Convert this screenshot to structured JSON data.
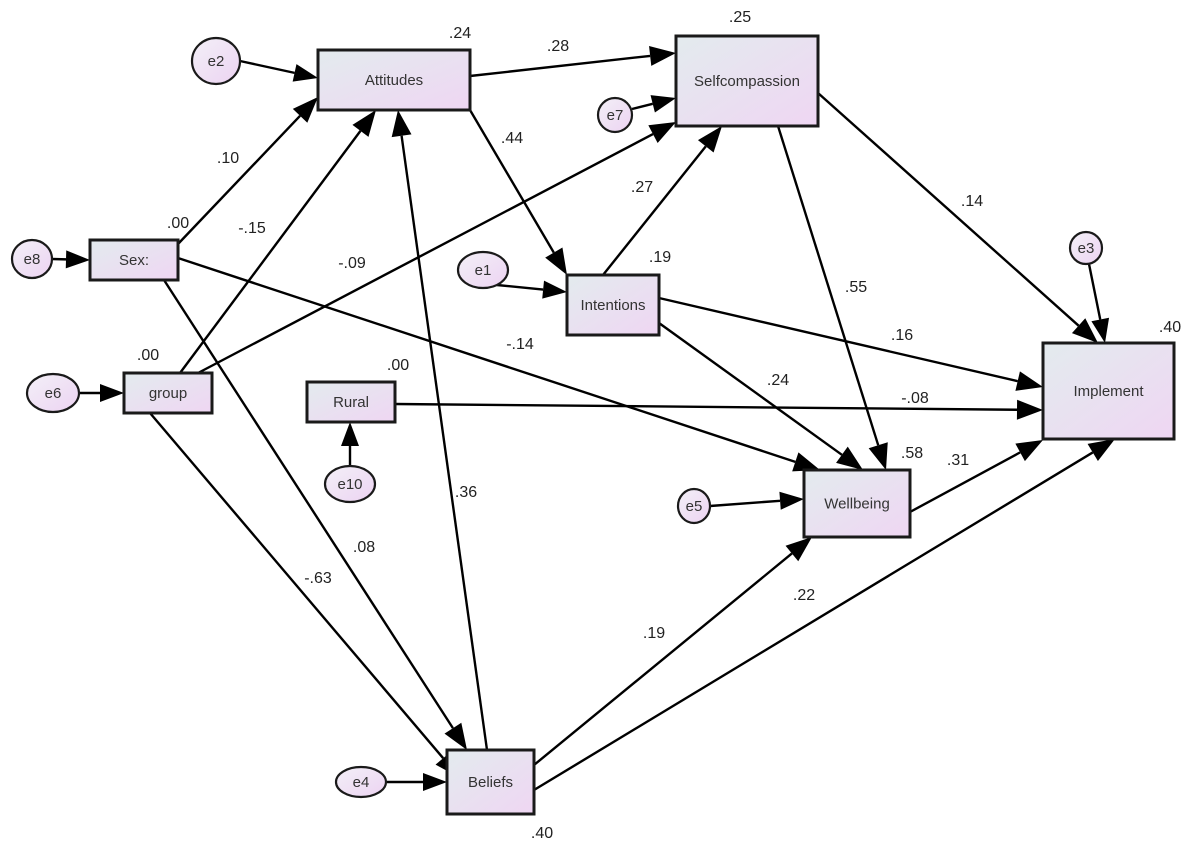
{
  "diagram": {
    "type": "path-model",
    "observed_variables": [
      {
        "id": "attitudes",
        "label": "Attitudes",
        "r2": ".24"
      },
      {
        "id": "selfcompassion",
        "label": "Selfcompassion",
        "r2": ".25"
      },
      {
        "id": "sex",
        "label": "Sex:",
        "r2": ".00"
      },
      {
        "id": "group",
        "label": "group",
        "r2": ".00"
      },
      {
        "id": "rural",
        "label": "Rural",
        "r2": ".00"
      },
      {
        "id": "intentions",
        "label": "Intentions",
        "r2": ".19"
      },
      {
        "id": "implement",
        "label": "Implement",
        "r2": ".40"
      },
      {
        "id": "wellbeing",
        "label": "Wellbeing",
        "r2": ".58"
      },
      {
        "id": "beliefs",
        "label": "Beliefs",
        "r2": ".40"
      }
    ],
    "error_terms": [
      {
        "id": "e2",
        "label": "e2",
        "target": "attitudes"
      },
      {
        "id": "e7",
        "label": "e7",
        "target": "selfcompassion"
      },
      {
        "id": "e8",
        "label": "e8",
        "target": "sex"
      },
      {
        "id": "e6",
        "label": "e6",
        "target": "group"
      },
      {
        "id": "e10",
        "label": "e10",
        "target": "rural"
      },
      {
        "id": "e1",
        "label": "e1",
        "target": "intentions"
      },
      {
        "id": "e3",
        "label": "e3",
        "target": "implement"
      },
      {
        "id": "e5",
        "label": "e5",
        "target": "wellbeing"
      },
      {
        "id": "e4",
        "label": "e4",
        "target": "beliefs"
      }
    ],
    "paths": [
      {
        "from": "attitudes",
        "to": "selfcompassion",
        "coef": ".28"
      },
      {
        "from": "attitudes",
        "to": "intentions",
        "coef": ".44"
      },
      {
        "from": "sex",
        "to": "attitudes",
        "coef": ".10"
      },
      {
        "from": "group",
        "to": "attitudes",
        "coef": "-.15"
      },
      {
        "from": "beliefs",
        "to": "attitudes",
        "coef": ".36"
      },
      {
        "from": "group",
        "to": "selfcompassion",
        "coef": "-.09"
      },
      {
        "from": "intentions",
        "to": "selfcompassion",
        "coef": ".27"
      },
      {
        "from": "selfcompassion",
        "to": "implement",
        "coef": ".14"
      },
      {
        "from": "selfcompassion",
        "to": "wellbeing",
        "coef": ".55"
      },
      {
        "from": "intentions",
        "to": "implement",
        "coef": ".16"
      },
      {
        "from": "intentions",
        "to": "wellbeing",
        "coef": ".24"
      },
      {
        "from": "sex",
        "to": "wellbeing",
        "coef": "-.14"
      },
      {
        "from": "sex",
        "to": "beliefs",
        "coef": ".08"
      },
      {
        "from": "group",
        "to": "beliefs",
        "coef": "-.63"
      },
      {
        "from": "rural",
        "to": "implement",
        "coef": "-.08"
      },
      {
        "from": "wellbeing",
        "to": "implement",
        "coef": ".31"
      },
      {
        "from": "beliefs",
        "to": "wellbeing",
        "coef": ".19"
      },
      {
        "from": "beliefs",
        "to": "implement",
        "coef": ".22"
      }
    ]
  }
}
